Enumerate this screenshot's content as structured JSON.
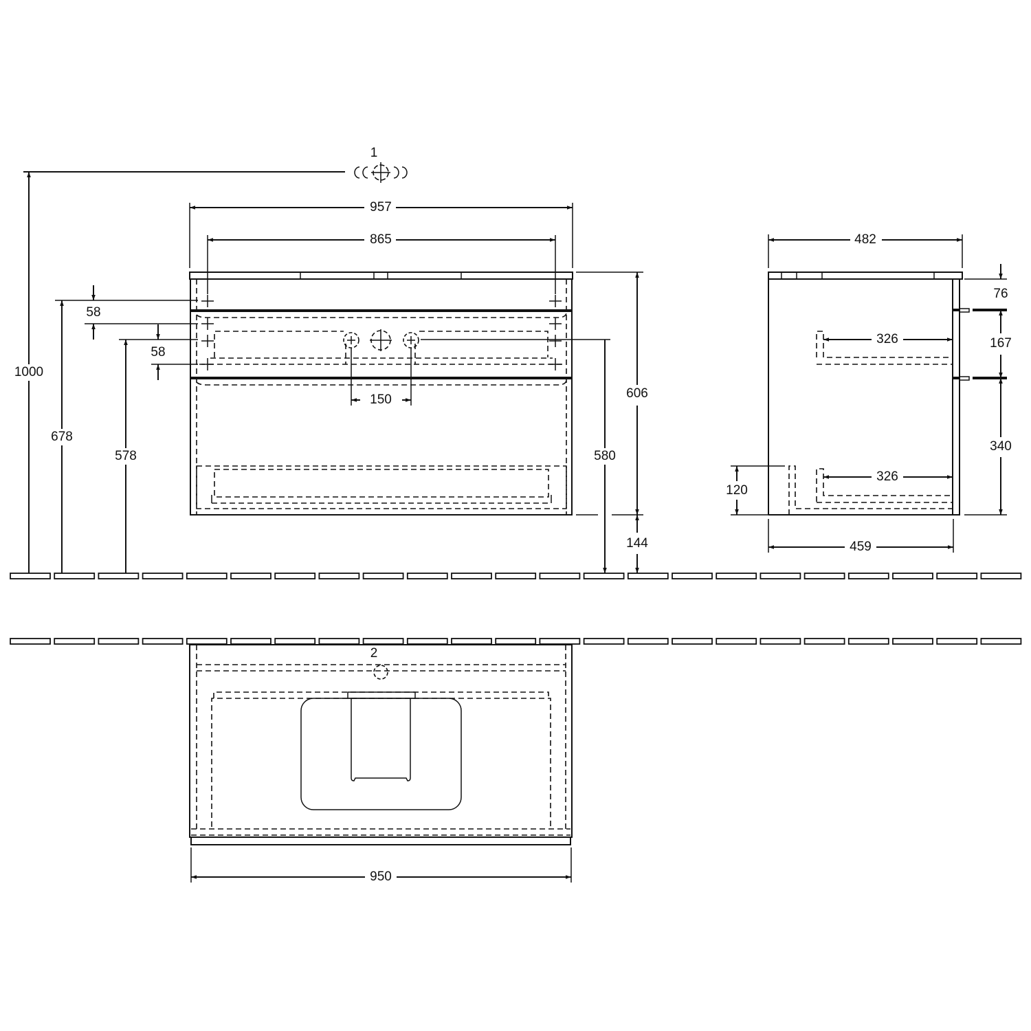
{
  "drawing": {
    "title": "Vanity unit dimensional drawing",
    "units": "mm",
    "line_color": "#111111",
    "background": "#ffffff"
  },
  "labels": {
    "connection_1": "1",
    "connection_2": "2"
  },
  "front_view": {
    "dimensions": {
      "overall_height": "1000",
      "total_width": "957",
      "inner_width": "865",
      "height_678": "678",
      "height_578": "578",
      "offset_58_top": "58",
      "offset_58_bottom": "58",
      "tap_spacing": "150",
      "height_580": "580",
      "unit_height": "606",
      "floor_clearance": "144"
    }
  },
  "side_view": {
    "dimensions": {
      "depth_top": "482",
      "drawer_depth_upper": "326",
      "drawer_depth_lower": "326",
      "top_offset": "76",
      "upper_drawer_height": "167",
      "lower_drawer_height": "340",
      "plinth_height": "120",
      "depth_bottom": "459"
    }
  },
  "top_view": {
    "dimensions": {
      "width": "950"
    }
  }
}
